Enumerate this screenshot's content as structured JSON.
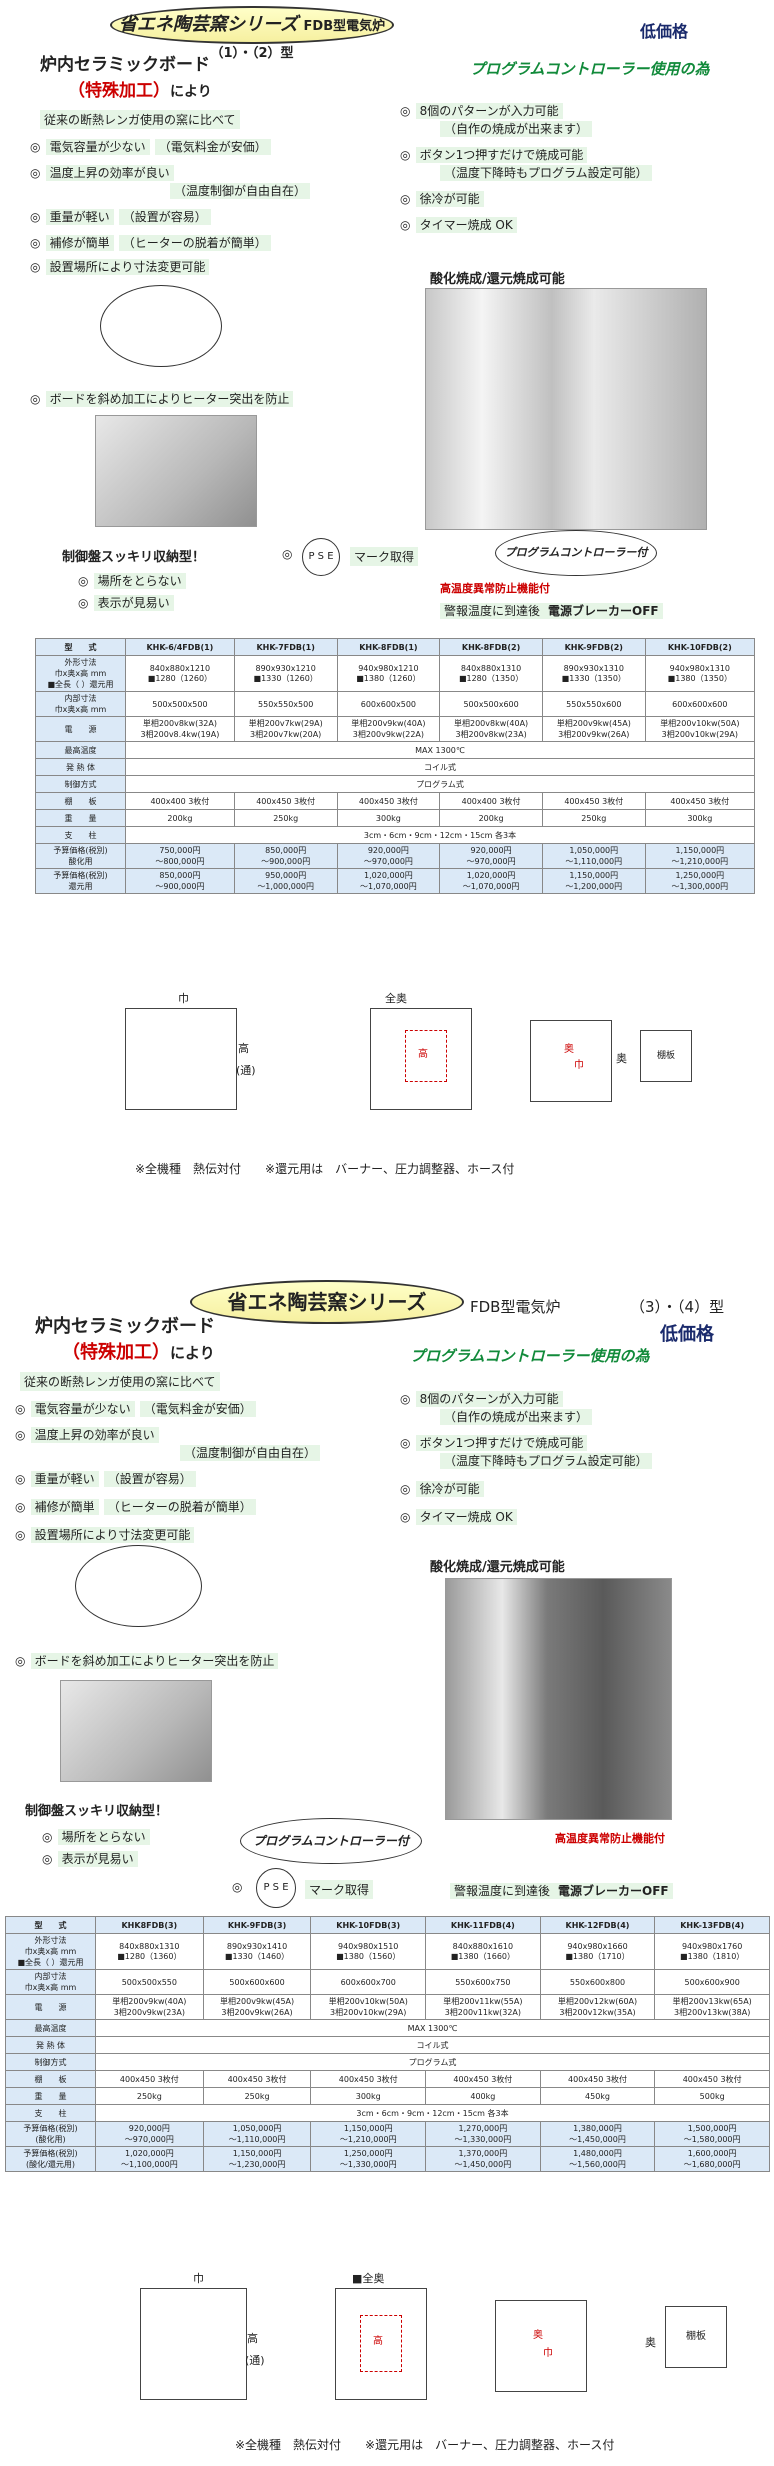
{
  "sec1": {
    "title": "省エネ陶芸窯シリーズ",
    "subtitle": "FDB型電気炉　（1）・（2）型",
    "price": "低価格",
    "board_title": "炉内セラミックボード",
    "special": "（特殊加工）",
    "yori": "により",
    "intro": "従来の断熱レンガ使用の窯に比べて",
    "features": [
      {
        "mark": "◎",
        "text": "電気容量が少ない",
        "note": "（電気料金が安価）"
      },
      {
        "mark": "◎",
        "text": "温度上昇の効率が良い",
        "note": "（温度制御が自由自在）"
      },
      {
        "mark": "◎",
        "text": "重量が軽い",
        "note": "（設置が容易）"
      },
      {
        "mark": "◎",
        "text": "補修が簡単",
        "note": "（ヒーターの脱着が簡単）"
      },
      {
        "mark": "◎",
        "text": "設置場所により寸法変更可能",
        "note": ""
      }
    ],
    "board_note": "ボードを斜め加工によりヒーター突出を防止",
    "ctrl_title": "プログラムコントローラー使用の為",
    "ctrl": [
      {
        "mark": "◎",
        "text": "8個のパターンが入力可能",
        "note": "（自作の焼成が出来ます）"
      },
      {
        "mark": "◎",
        "text": "ボタン1つ押すだけで焼成可能",
        "note": "（温度下降時もプログラム設定可能）"
      },
      {
        "mark": "◎",
        "text": "徐冷が可能",
        "note": ""
      },
      {
        "mark": "◎",
        "text": "タイマー焼成 OK",
        "note": ""
      }
    ],
    "ox_red": "酸化焼成/還元焼成可能",
    "ctrl_panel_title": "制御盤スッキリ収納型！",
    "ctrl_panel": [
      {
        "mark": "◎",
        "text": "場所をとらない"
      },
      {
        "mark": "◎",
        "text": "表示が見易い"
      }
    ],
    "pse_mark": "◎",
    "pse": "P S E",
    "pse_text": "マーク取得",
    "prog_label": "プログラムコントローラー付",
    "overheat": "高温度異常防止機能付",
    "breaker_pre": "警報温度に到達後",
    "breaker": "電源ブレーカーOFF",
    "table": {
      "headers": [
        "型　　式",
        "KHK-6/4FDB(1)",
        "KHK-7FDB(1)",
        "KHK-8FDB(1)",
        "KHK-8FDB(2)",
        "KHK-9FDB(2)",
        "KHK-10FDB(2)"
      ],
      "rows": [
        {
          "label": "外形寸法\n巾x奥x高 mm\n■全長（ ）還元用",
          "cells": [
            "840x880x1210\n■1280（1260）",
            "890x930x1210\n■1330（1260）",
            "940x980x1210\n■1380（1260）",
            "840x880x1310\n■1280（1350）",
            "890x930x1310\n■1330（1350）",
            "940x980x1310\n■1380（1350）"
          ]
        },
        {
          "label": "内部寸法\n巾x奥x高 mm",
          "cells": [
            "500x500x500",
            "550x550x500",
            "600x600x500",
            "500x500x600",
            "550x550x600",
            "600x600x600"
          ]
        },
        {
          "label": "電　　源",
          "cells": [
            "単相200v8kw(32A)\n3相200v8.4kw(19A)",
            "単相200v7kw(29A)\n3相200v7kw(20A)",
            "単相200v9kw(40A)\n3相200v9kw(22A)",
            "単相200v8kw(40A)\n3相200v8kw(23A)",
            "単相200v9kw(45A)\n3相200v9kw(26A)",
            "単相200v10kw(50A)\n3相200v10kw(29A)"
          ]
        },
        {
          "label": "最高温度",
          "span": "MAX 1300℃"
        },
        {
          "label": "発 熱 体",
          "span": "コイル式"
        },
        {
          "label": "制御方式",
          "span": "プログラム式"
        },
        {
          "label": "棚　　板",
          "cells": [
            "400x400 3枚付",
            "400x450 3枚付",
            "400x450 3枚付",
            "400x400 3枚付",
            "400x450 3枚付",
            "400x450 3枚付"
          ]
        },
        {
          "label": "重　　量",
          "cells": [
            "200kg",
            "250kg",
            "300kg",
            "200kg",
            "250kg",
            "300kg"
          ]
        },
        {
          "label": "支　　柱",
          "span": "3cm・6cm・9cm・12cm・15cm 各3本"
        },
        {
          "label": "予算価格(税別)\n酸化用",
          "blue": true,
          "cells": [
            "750,000円\n〜800,000円",
            "850,000円\n〜900,000円",
            "920,000円\n〜970,000円",
            "920,000円\n〜970,000円",
            "1,050,000円\n〜1,110,000円",
            "1,150,000円\n〜1,210,000円"
          ]
        },
        {
          "label": "予算価格(税別)\n還元用",
          "blue": true,
          "cells": [
            "850,000円\n〜900,000円",
            "950,000円\n〜1,000,000円",
            "1,020,000円\n〜1,070,000円",
            "1,020,000円\n〜1,070,000円",
            "1,150,000円\n〜1,200,000円",
            "1,250,000円\n〜1,300,000円"
          ]
        }
      ]
    },
    "diag": {
      "width": "巾",
      "height": "高",
      "height2": "(通)",
      "full": "全奥",
      "depth": "奥",
      "depth2": "奥",
      "width2": "巾",
      "shelf": "棚板",
      "high2": "高"
    },
    "footer": "※全機種　熱伝対付　　※還元用は　バーナー、圧力調整器、ホース付"
  },
  "sec2": {
    "title": "省エネ陶芸窯シリーズ",
    "subtitle": "FDB型電気炉",
    "subtitle2": "（3）・（4）型",
    "price": "低価格",
    "board_title": "炉内セラミックボード",
    "special": "（特殊加工）",
    "yori": "により",
    "intro": "従来の断熱レンガ使用の窯に比べて",
    "features": [
      {
        "mark": "◎",
        "text": "電気容量が少ない",
        "note": "（電気料金が安価）"
      },
      {
        "mark": "◎",
        "text": "温度上昇の効率が良い",
        "note": "（温度制御が自由自在）"
      },
      {
        "mark": "◎",
        "text": "重量が軽い",
        "note": "（設置が容易）"
      },
      {
        "mark": "◎",
        "text": "補修が簡単",
        "note": "（ヒーターの脱着が簡単）"
      },
      {
        "mark": "◎",
        "text": "設置場所により寸法変更可能",
        "note": ""
      }
    ],
    "board_note": "ボードを斜め加工によりヒーター突出を防止",
    "ctrl_title": "プログラムコントローラー使用の為",
    "ctrl": [
      {
        "mark": "◎",
        "text": "8個のパターンが入力可能",
        "note": "（自作の焼成が出来ます）"
      },
      {
        "mark": "◎",
        "text": "ボタン1つ押すだけで焼成可能",
        "note": "（温度下降時もプログラム設定可能）"
      },
      {
        "mark": "◎",
        "text": "徐冷が可能",
        "note": ""
      },
      {
        "mark": "◎",
        "text": "タイマー焼成 OK",
        "note": ""
      }
    ],
    "ox_red": "酸化焼成/還元焼成可能",
    "ctrl_panel_title": "制御盤スッキリ収納型！",
    "ctrl_panel": [
      {
        "mark": "◎",
        "text": "場所をとらない"
      },
      {
        "mark": "◎",
        "text": "表示が見易い"
      }
    ],
    "pse_mark": "◎",
    "pse": "P S E",
    "pse_text": "マーク取得",
    "prog_label": "プログラムコントローラー付",
    "overheat": "高温度異常防止機能付",
    "breaker_pre": "警報温度に到達後",
    "breaker": "電源ブレーカーOFF",
    "table": {
      "headers": [
        "型　　式",
        "KHK8FDB(3)",
        "KHK-9FDB(3)",
        "KHK-10FDB(3)",
        "KHK-11FDB(4)",
        "KHK-12FDB(4)",
        "KHK-13FDB(4)"
      ],
      "rows": [
        {
          "label": "外形寸法\n巾x奥x高 mm\n■全長（ ）還元用",
          "cells": [
            "840x880x1310\n■1280（1360）",
            "890x930x1410\n■1330（1460）",
            "940x980x1510\n■1380（1560）",
            "840x880x1610\n■1380（1660）",
            "940x980x1660\n■1380（1710）",
            "940x980x1760\n■1380（1810）"
          ]
        },
        {
          "label": "内部寸法\n巾x奥x高 mm",
          "cells": [
            "500x500x550",
            "500x600x600",
            "600x600x700",
            "550x600x750",
            "550x600x800",
            "500x600x900"
          ]
        },
        {
          "label": "電　　源",
          "cells": [
            "単相200v9kw(40A)\n3相200v9kw(23A)",
            "単相200v9kw(45A)\n3相200v9kw(26A)",
            "単相200v10kw(50A)\n3相200v10kw(29A)",
            "単相200v11kw(55A)\n3相200v11kw(32A)",
            "単相200v12kw(60A)\n3相200v12kw(35A)",
            "単相200v13kw(65A)\n3相200v13kw(38A)"
          ]
        },
        {
          "label": "最高温度",
          "span": "MAX 1300℃"
        },
        {
          "label": "発 熱 体",
          "span": "コイル式"
        },
        {
          "label": "制御方式",
          "span": "プログラム式"
        },
        {
          "label": "棚　　板",
          "cells": [
            "400x450 3枚付",
            "400x450 3枚付",
            "400x450 3枚付",
            "400x450 3枚付",
            "400x450 3枚付",
            "400x450 3枚付"
          ]
        },
        {
          "label": "重　　量",
          "cells": [
            "250kg",
            "250kg",
            "300kg",
            "400kg",
            "450kg",
            "500kg"
          ]
        },
        {
          "label": "支　　柱",
          "span": "3cm・6cm・9cm・12cm・15cm 各3本"
        },
        {
          "label": "予算価格(税別)\n(酸化用)",
          "blue": true,
          "cells": [
            "920,000円\n〜970,000円",
            "1,050,000円\n〜1,110,000円",
            "1,150,000円\n〜1,210,000円",
            "1,270,000円\n〜1,330,000円",
            "1,380,000円\n〜1,450,000円",
            "1,500,000円\n〜1,580,000円"
          ]
        },
        {
          "label": "予算価格(税別)\n(酸化/還元用)",
          "blue": true,
          "cells": [
            "1,020,000円\n〜1,100,000円",
            "1,150,000円\n〜1,230,000円",
            "1,250,000円\n〜1,330,000円",
            "1,370,000円\n〜1,450,000円",
            "1,480,000円\n〜1,560,000円",
            "1,600,000円\n〜1,680,000円"
          ]
        }
      ]
    },
    "diag": {
      "width": "巾",
      "height": "高",
      "height2": "(通)",
      "full": "■全奥",
      "depth": "奥",
      "depth2": "奥",
      "width2": "巾",
      "shelf": "棚板",
      "high2": "高"
    },
    "footer": "※全機種　熱伝対付　　※還元用は　バーナー、圧力調整器、ホース付"
  }
}
